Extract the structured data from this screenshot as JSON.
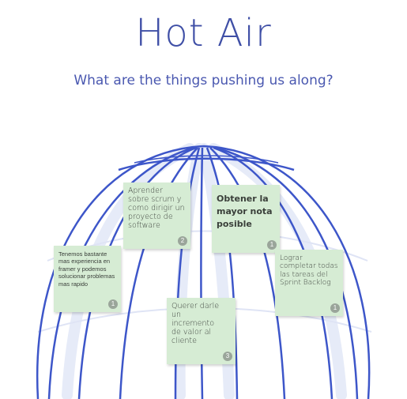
{
  "header": {
    "title": "Hot Air",
    "subtitle": "What are the things pushing us along?"
  },
  "colors": {
    "title": "#3f4fa6",
    "balloon_stroke": "#3d56c9",
    "balloon_band": "#e6ebf8",
    "note_bg": "#d6ecd4",
    "badge_bg": "#9aa59a"
  },
  "notes": [
    {
      "text": "Aprender sobre scrum y como dirigir un proyecto de software",
      "votes": "2"
    },
    {
      "text": "Obtener la mayor nota posible",
      "votes": "1"
    },
    {
      "text": "Tenemos bastante mas experiencia en framer y podemos solucionar problemas mas rapido",
      "votes": "1"
    },
    {
      "text": "Lograr completar todas las tareas del Sprint Backlog",
      "votes": "1"
    },
    {
      "text": "Querer darle un incremento de valor al cliente",
      "votes": "3"
    }
  ]
}
